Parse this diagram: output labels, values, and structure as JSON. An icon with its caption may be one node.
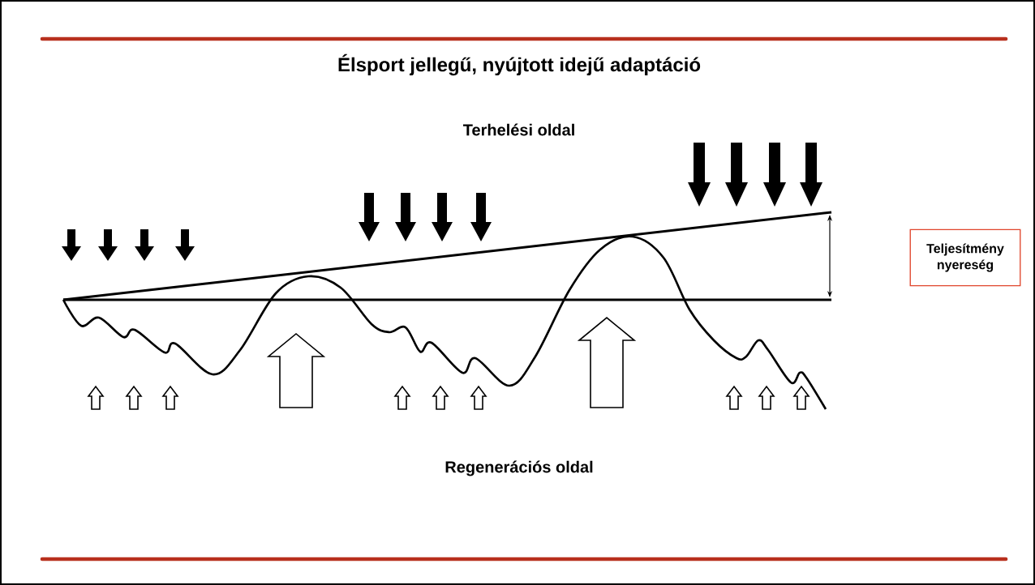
{
  "diagram": {
    "title": "Élsport jellegű, nyújtott idejű adaptáció",
    "nodes": [
      {
        "text": [
          "Teljesítmény nyereség"
        ]
      }
    ],
    "labels": [
      "Terhelési oldal",
      "Regenerációs oldal"
    ]
  }
}
